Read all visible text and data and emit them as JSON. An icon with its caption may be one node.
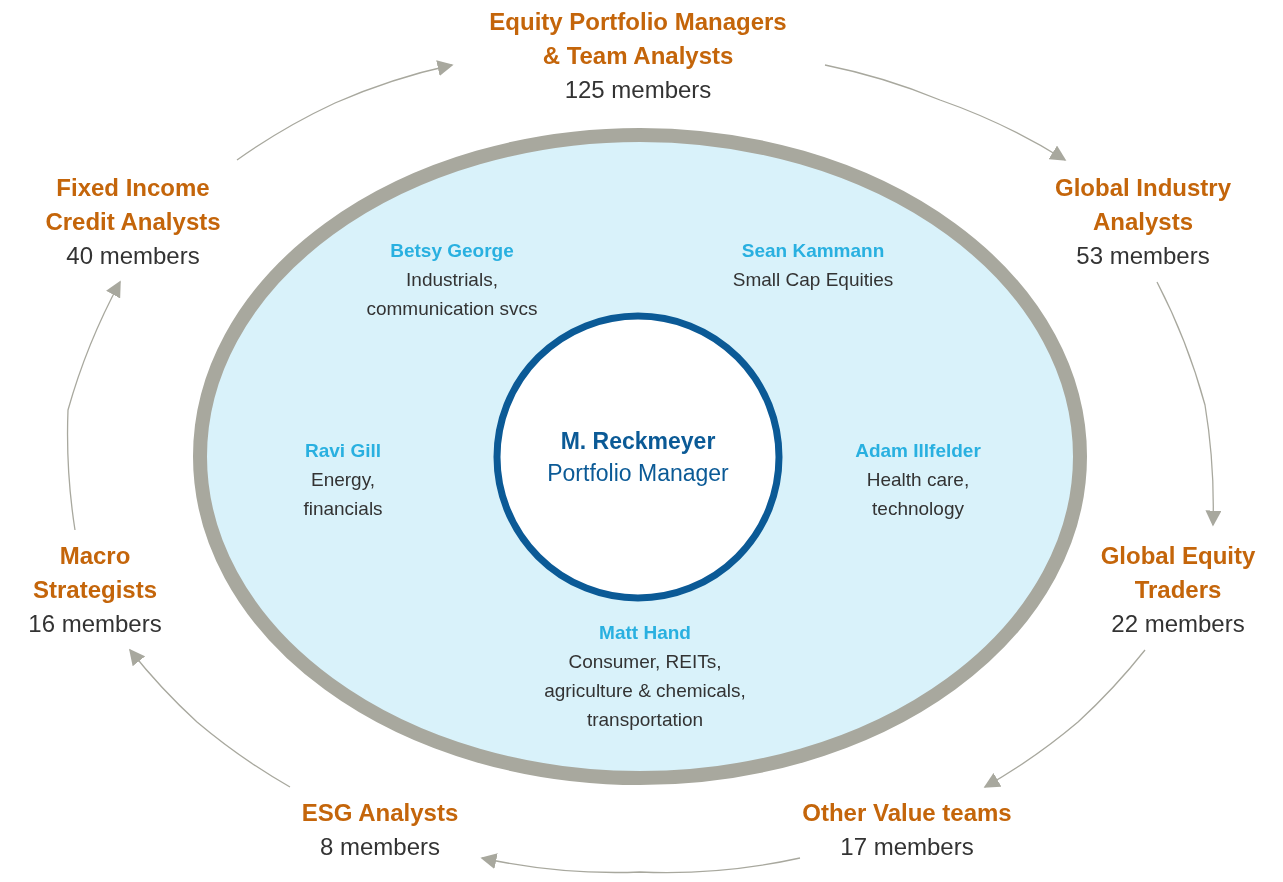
{
  "diagram": {
    "nodes": [
      {
        "text": [
          "Equity Portfolio Managers & Team Analysts",
          "125 members"
        ]
      },
      {
        "text": [
          "Global Industry Analysts",
          "53 members"
        ]
      },
      {
        "text": [
          "Global Equity Traders",
          "22 members"
        ]
      },
      {
        "text": [
          "Other Value teams",
          "17 members"
        ]
      },
      {
        "text": [
          "ESG Analysts",
          "8 members"
        ]
      },
      {
        "text": [
          "Macro Strategists",
          "16 members"
        ]
      },
      {
        "text": [
          "Fixed Income Credit Analysts",
          "40 members"
        ]
      },
      {
        "text": [
          "Betsy George",
          "Industrials, communication svcs",
          "Sean Kammann",
          "Small Cap Equities",
          "Ravi Gill",
          "Energy, financials",
          "Adam Illfelder",
          "Health care, technology",
          "Matt Hand",
          "Consumer, REITs, agriculture & chemicals, transportation"
        ]
      },
      {
        "text": [
          "M. Reckmeyer",
          "Portfolio Manager"
        ],
        "in": 7
      }
    ],
    "edges": [
      {
        "from": 6,
        "to": 0,
        "arrow": "to"
      },
      {
        "from": 0,
        "to": 1,
        "arrow": "to"
      },
      {
        "from": 1,
        "to": 2,
        "arrow": "to"
      },
      {
        "from": 2,
        "to": 3,
        "arrow": "to"
      },
      {
        "from": 3,
        "to": 4,
        "arrow": "to"
      },
      {
        "from": 4,
        "to": 5,
        "arrow": "to"
      },
      {
        "from": 5,
        "to": 6,
        "arrow": "to"
      }
    ]
  }
}
